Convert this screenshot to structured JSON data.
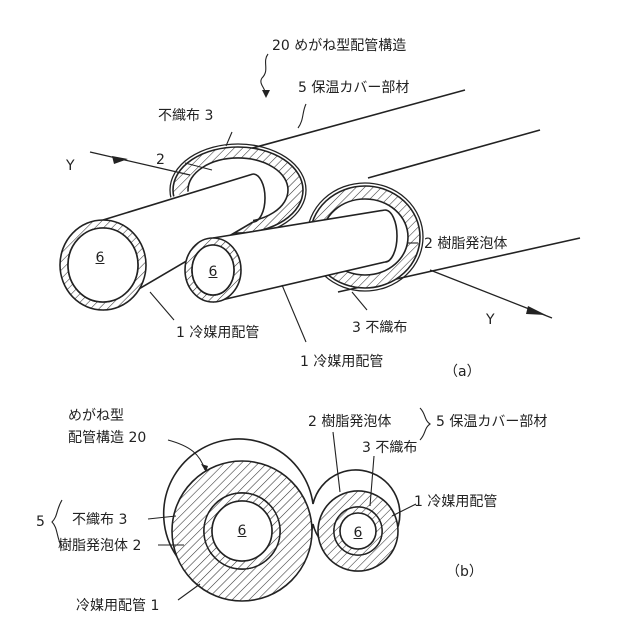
{
  "labels": {
    "a_structure": "20 めがね型配管構造",
    "a_cover": "5 保温カバー部材",
    "a_nonwoven_top": "不織布 3",
    "a_foam_top": "2",
    "a_y_left": "Y",
    "a_foam_right": "2 樹脂発泡体",
    "a_y_right": "Y",
    "a_nonwoven_bottom": "3 不織布",
    "a_pipe1": "1 冷媒用配管",
    "a_pipe2": "1 冷媒用配管",
    "a_figlabel": "（a）",
    "a_six_left": "6",
    "a_six_right": "6",
    "b_structure_line1": "めがね型",
    "b_structure_line2": "配管構造 20",
    "b_foam_top": "2 樹脂発泡体",
    "b_cover_right": "5 保温カバー部材",
    "b_nonwoven_top": "3 不織布",
    "b_pipe_right": "1 冷媒用配管",
    "b_five_left": "5",
    "b_nonwoven_left": "不織布 3",
    "b_foam_left": "樹脂発泡体 2",
    "b_pipe_bottom": "冷媒用配管 1",
    "b_figlabel": "（b）",
    "b_six_left": "6",
    "b_six_right": "6"
  },
  "colors": {
    "line": "#222222",
    "hatch": "#333333",
    "background": "#ffffff"
  }
}
